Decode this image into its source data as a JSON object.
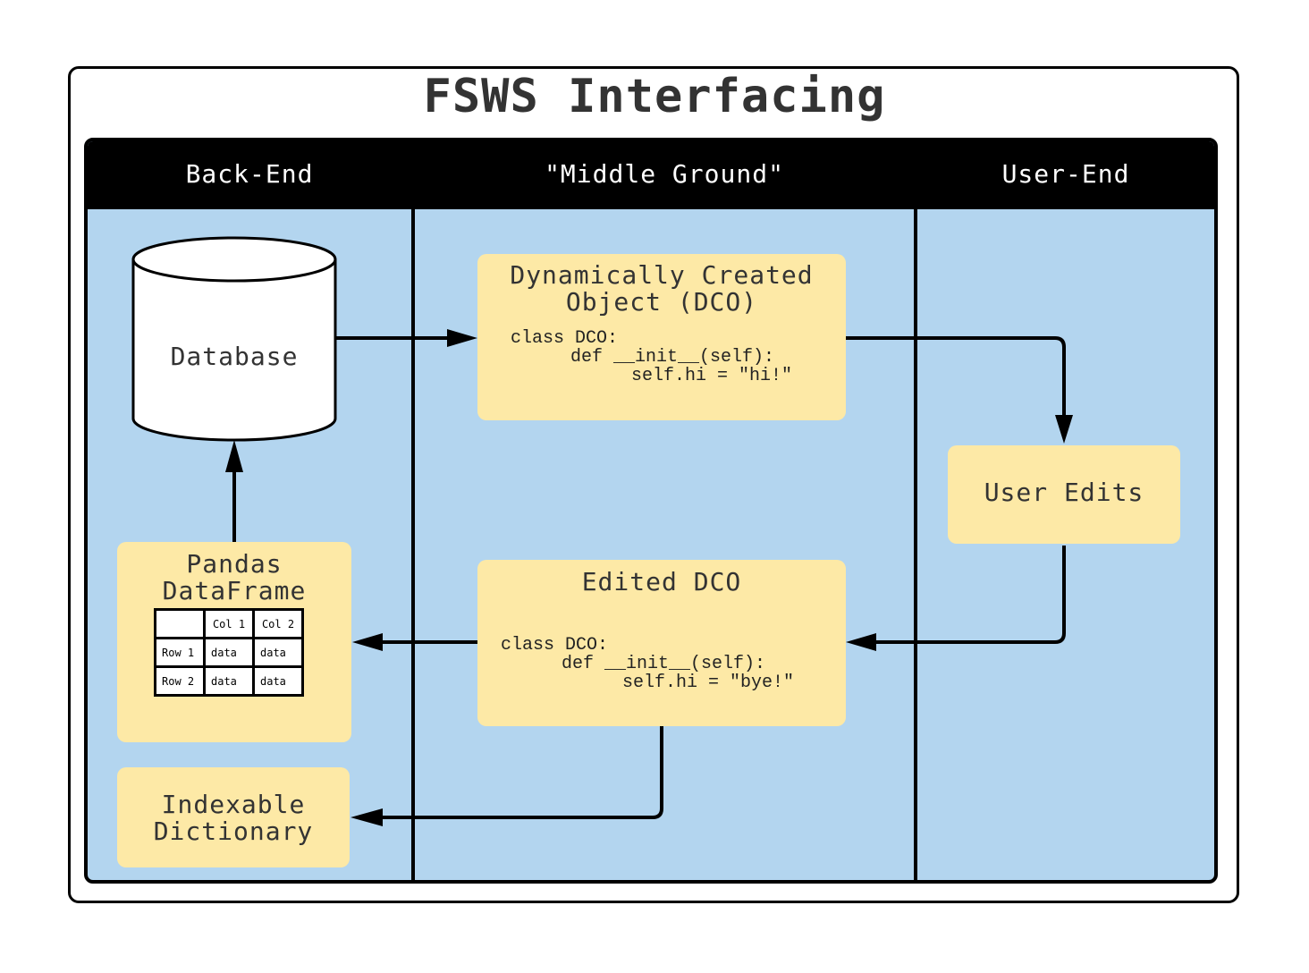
{
  "title": "FSWS Interfacing",
  "lanes": [
    "Back-End",
    "\"Middle Ground\"",
    "User-End"
  ],
  "database": {
    "label": "Database"
  },
  "dco": {
    "title_line1": "Dynamically Created",
    "title_line2": "Object (DCO)",
    "code": [
      "class DCO:",
      "def __init__(self):",
      "self.hi = \"hi!\""
    ]
  },
  "user_edits": {
    "label": "User Edits"
  },
  "edited_dco": {
    "title": "Edited DCO",
    "code": [
      "class DCO:",
      "def __init__(self):",
      "self.hi = \"bye!\""
    ]
  },
  "dataframe": {
    "title_line1": "Pandas",
    "title_line2": "DataFrame",
    "columns": [
      "",
      "Col 1",
      "Col 2"
    ],
    "rows": [
      [
        "Row 1",
        "data",
        "data"
      ],
      [
        "Row 2",
        "data",
        "data"
      ]
    ]
  },
  "dictionary": {
    "title_line1": "Indexable",
    "title_line2": "Dictionary"
  },
  "colors": {
    "lane_fill": "#b3d5ef",
    "box_fill": "#fde9a6",
    "header_fill": "#000000"
  }
}
